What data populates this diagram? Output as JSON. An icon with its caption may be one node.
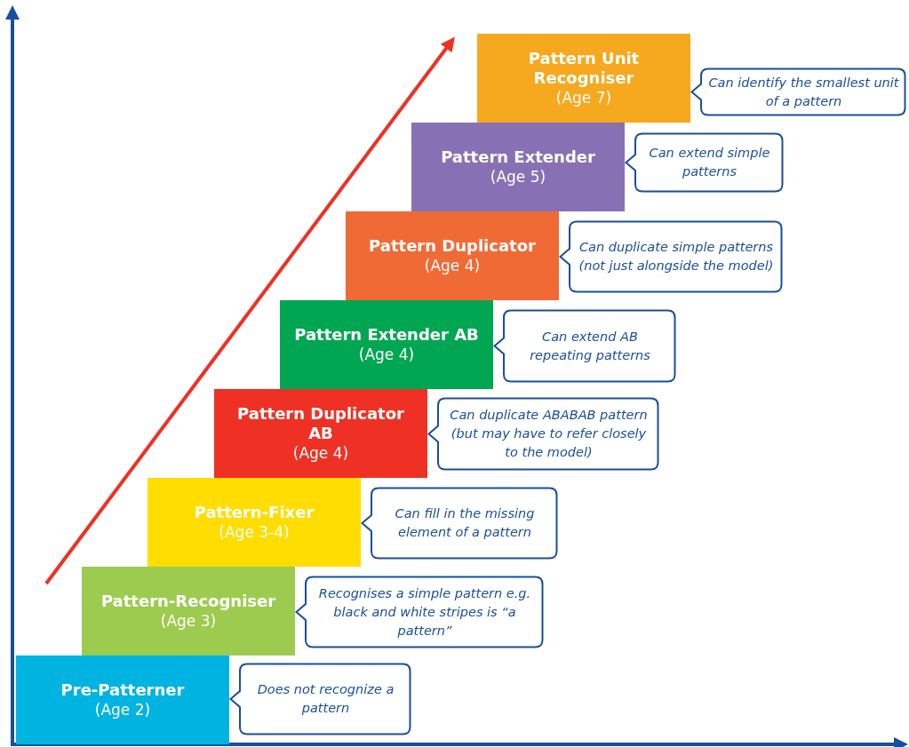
{
  "diagram": {
    "nodes": [
      {
        "text": [
          "Pattern Unit Recogniser",
          "(Age 7)"
        ]
      },
      {
        "text": [
          "Can identify the smallest unit of a pattern"
        ]
      },
      {
        "text": [
          "Pattern Extender",
          "(Age 5)"
        ]
      },
      {
        "text": [
          "Can extend simple patterns"
        ]
      },
      {
        "text": [
          "Pattern Duplicator",
          "(Age 4)"
        ]
      },
      {
        "text": [
          "Can duplicate simple patterns (not just alongside the model)"
        ]
      },
      {
        "text": [
          "Pattern Extender AB",
          "(Age 4)"
        ]
      },
      {
        "text": [
          "Can extend AB repeating patterns"
        ]
      },
      {
        "text": [
          "Pattern Duplicator AB",
          "(Age 4)"
        ]
      },
      {
        "text": [
          "Can duplicate ABABAB pattern (but may have to refer closely to the model)"
        ]
      },
      {
        "text": [
          "Pattern-Fixer",
          "(Age 3-4)"
        ]
      },
      {
        "text": [
          "Can fill in the missing element of a pattern"
        ]
      },
      {
        "text": [
          "Pattern-Recogniser",
          "(Age 3)"
        ]
      },
      {
        "text": [
          "Recognises a simple pattern e.g. black and white stripes is “a pattern”"
        ]
      },
      {
        "text": [
          "Pre-Patterner",
          "(Age 2)"
        ]
      },
      {
        "text": [
          "Does not recognize a pattern"
        ]
      }
    ],
    "edges": []
  }
}
